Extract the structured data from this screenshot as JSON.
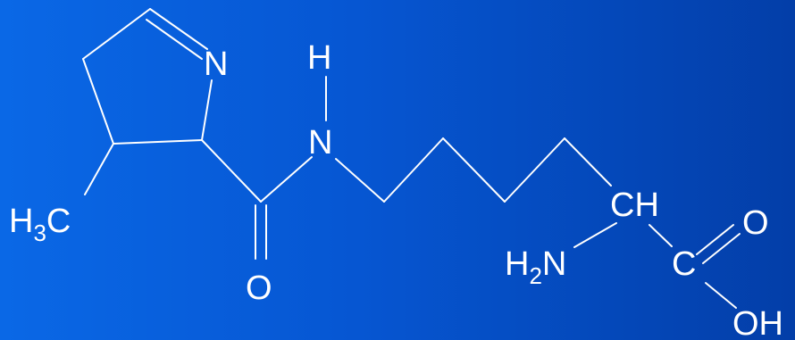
{
  "molecule": {
    "atoms": {
      "ring_n": "N",
      "amide_h": "H",
      "amide_n": "N",
      "methyl": {
        "main": "H",
        "sub": "3",
        "tail": "C"
      },
      "carbonyl_o": "O",
      "ch": "CH",
      "amino": {
        "main": "H",
        "sub": "2",
        "tail": "N"
      },
      "acid_c": "C",
      "acid_o": "O",
      "acid_oh": "OH"
    }
  }
}
